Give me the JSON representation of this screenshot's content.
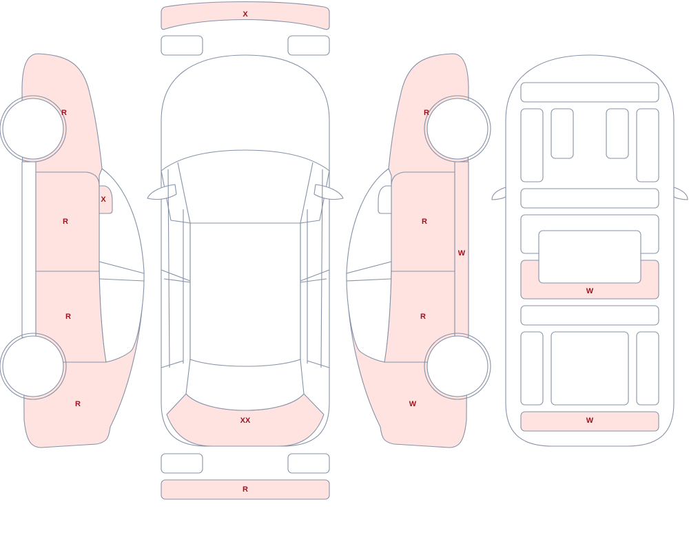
{
  "colors": {
    "damaged_fill": "#ffe3e1",
    "outline": "#8491a6",
    "mark_text": "#9b111e",
    "background": "#ffffff"
  },
  "marks": {
    "front_bumper": "X",
    "rear_bumper": "R",
    "top_rear_bumper_cover": "XX",
    "left_front_fender": "R",
    "left_front_door": "R",
    "left_mirror": "X",
    "left_rear_door": "R",
    "left_rear_quarter": "R",
    "right_front_fender": "R",
    "right_front_door": "R",
    "right_rocker": "W",
    "right_rear_door": "R",
    "right_rear_quarter": "W",
    "underbody_mid": "W",
    "underbody_rear": "W"
  }
}
